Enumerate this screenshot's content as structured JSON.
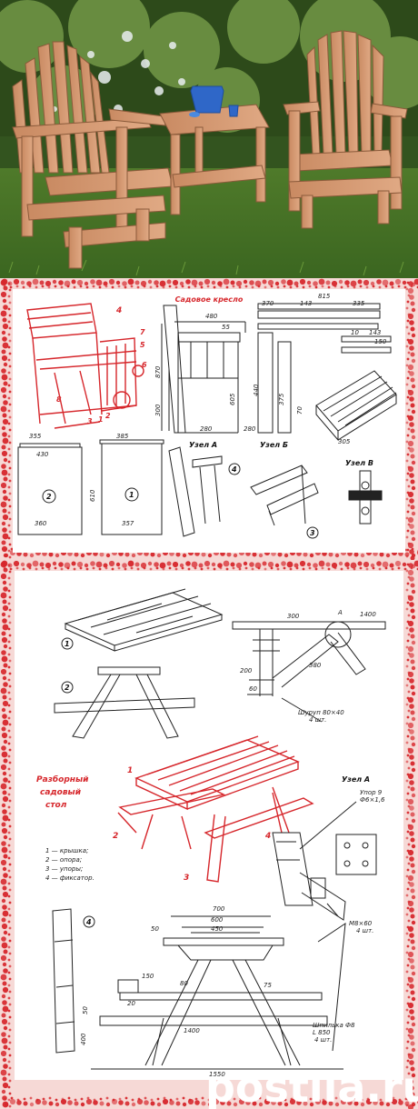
{
  "chair_section": {
    "title": "Садовое кресло",
    "callouts": [
      "1",
      "2",
      "3",
      "4",
      "5",
      "6",
      "7",
      "8"
    ],
    "dims": [
      "815",
      "370",
      "143",
      "335",
      "480",
      "55",
      "10",
      "143",
      "150",
      "870",
      "300",
      "605",
      "440",
      "375",
      "70",
      "280",
      "305",
      "355",
      "430",
      "610",
      "385",
      "360",
      "357",
      "280"
    ],
    "node_labels": [
      "Узел А",
      "Узел Б",
      "Узел В"
    ],
    "node_numbers": [
      "4",
      "3"
    ],
    "part_numbers": [
      "2",
      "1"
    ]
  },
  "table_section": {
    "title_lines": [
      "Разборный",
      "садовый",
      "стол"
    ],
    "legend": [
      "1 — крышка;",
      "2 — опора;",
      "3 — упоры;",
      "4 — фиксатор."
    ],
    "callouts": [
      "1",
      "2",
      "3",
      "4"
    ],
    "part_numbers": [
      "1",
      "2",
      "4"
    ],
    "node_label": "Узел А",
    "node_text_1": [
      "Упор 9",
      "Ф6×1,6"
    ],
    "node_text_2": [
      "М8×60",
      "4 шт."
    ],
    "bolt_text": [
      "Шуруп 80×40",
      "4 шт."
    ],
    "brace_text": [
      "Шпилька Ф8",
      "L 850",
      "4 шт."
    ],
    "dims": [
      "1400",
      "300",
      "A",
      "200",
      "60",
      "380",
      "700",
      "600",
      "450",
      "50",
      "150",
      "1400",
      "400",
      "1550",
      "50",
      "80",
      "75",
      "20"
    ]
  },
  "watermark": "postila.ru"
}
